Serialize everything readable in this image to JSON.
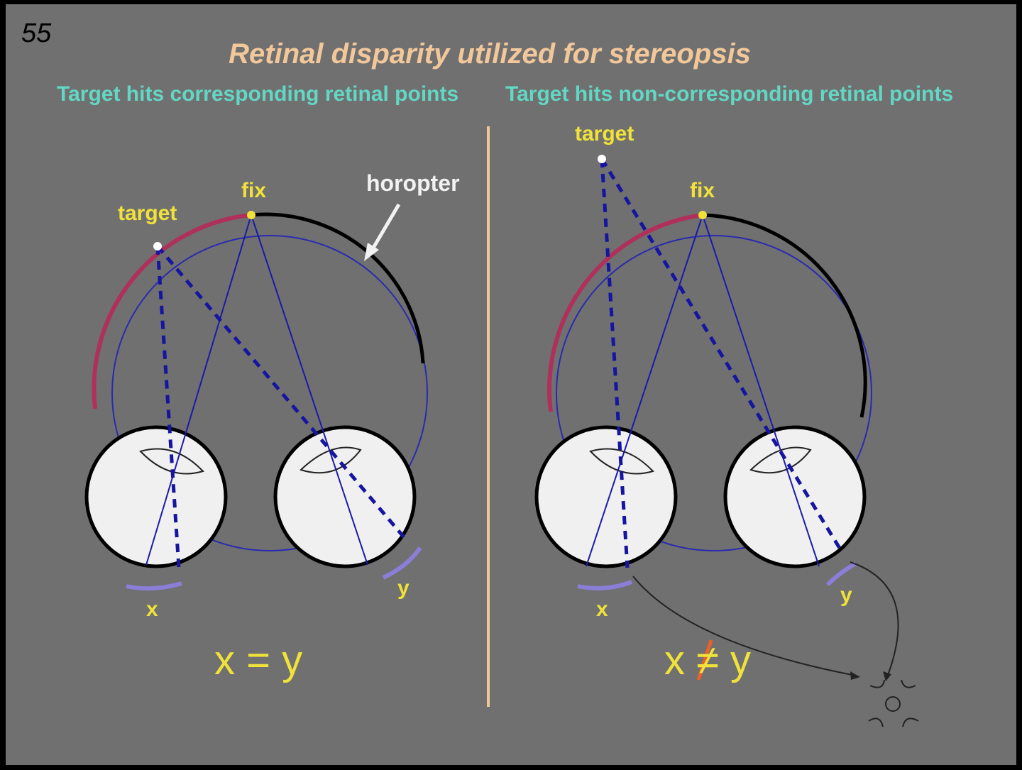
{
  "slide": {
    "number": "55",
    "title": "Retinal disparity utilized for stereopsis"
  },
  "left_panel": {
    "subtitle": "Target hits corresponding retinal points",
    "labels": {
      "target": "target",
      "fix": "fix",
      "horopter": "horopter",
      "x": "x",
      "y": "y",
      "equation": "x = y"
    }
  },
  "right_panel": {
    "subtitle": "Target hits non-corresponding retinal points",
    "labels": {
      "target": "target",
      "fix": "fix",
      "x": "x",
      "y": "y",
      "equation": "x ≠ y"
    }
  },
  "colors": {
    "background": "#707070",
    "title": "#f2c79a",
    "subtitle": "#63d7c4",
    "label": "#f0e23a",
    "horopter_arc": "#000000",
    "disparity_arc": "#b0305c",
    "sight_line": "#1a1aa8",
    "divider": "#f2c79a"
  }
}
